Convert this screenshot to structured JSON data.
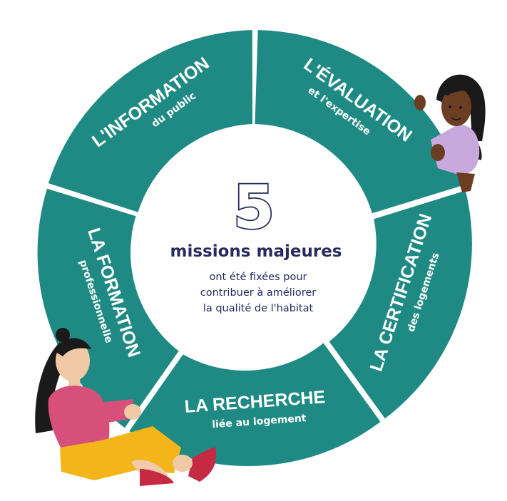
{
  "center": {
    "number": "5",
    "heading": "missions majeures",
    "lines": [
      "ont été fixées pour",
      "contribuer à améliorer",
      "la qualité de l'habitat"
    ]
  },
  "segments": [
    {
      "title": "L'INFORMATION",
      "subtitle": "du public"
    },
    {
      "title": "L'ÉVALUATION",
      "subtitle": "et l'expertise"
    },
    {
      "title": "LA CERTIFICATION",
      "subtitle": "des logements"
    },
    {
      "title": "LA RECHERCHE",
      "subtitle": "liée au logement"
    },
    {
      "title": "LA FORMATION",
      "subtitle": "professionnelle"
    }
  ],
  "colors": {
    "ring": "#1f8a83",
    "text_dark": "#262a5c",
    "skin_light": "#f0c9a6",
    "skin_dark": "#6b3e24",
    "hair": "#1a1a1a",
    "shirt_purple": "#c9a8de",
    "shirt_pink": "#d6507b",
    "pants_yellow": "#f3b51a",
    "shoes_red": "#c62a43"
  },
  "illustrations": [
    "woman-peeking-illustration",
    "woman-sitting-illustration"
  ]
}
